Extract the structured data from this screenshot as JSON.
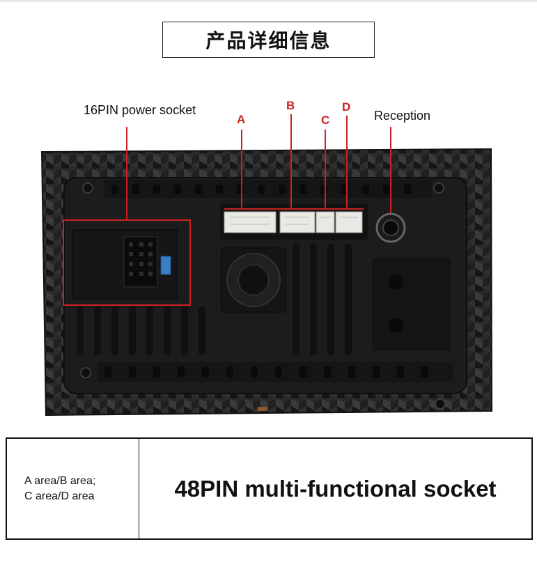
{
  "title": "产品详细信息",
  "labels": {
    "power_socket": "16PIN power socket",
    "a": "A",
    "b": "B",
    "c": "C",
    "d": "D",
    "reception": "Reception"
  },
  "table": {
    "left_line1": "A area/B area;",
    "left_line2": "C area/D area",
    "right": "48PIN multi-functional socket"
  },
  "colors": {
    "callout": "#cc2222",
    "housing": "#1c1c1c",
    "frame": "#2a2a2a"
  }
}
